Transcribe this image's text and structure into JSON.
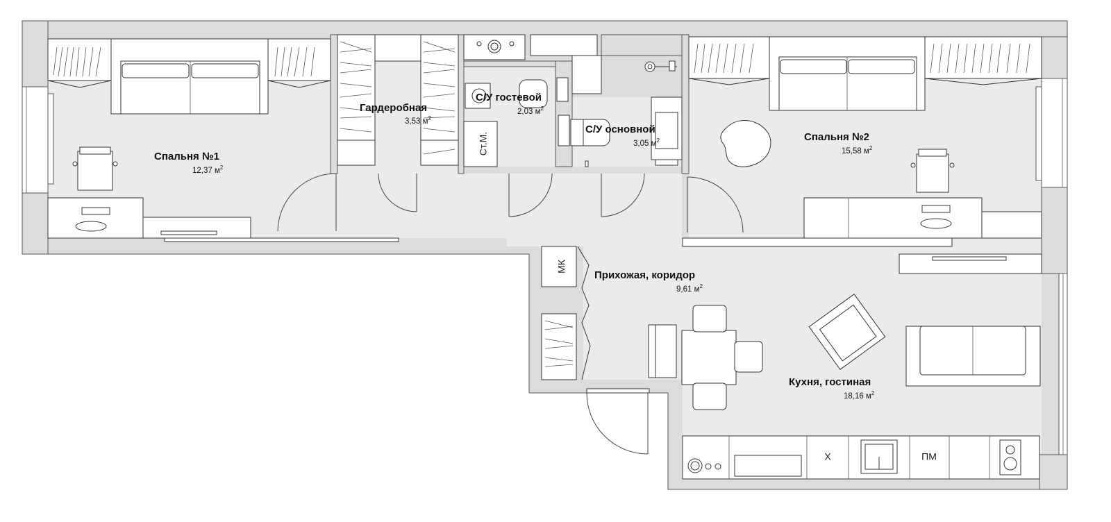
{
  "rooms": {
    "bedroom1": {
      "name": "Спальня №1",
      "area": "12,37 м",
      "sup": "2"
    },
    "wardrobe": {
      "name": "Гардеробная",
      "area": "3,53 м",
      "sup": "2"
    },
    "guest_wc": {
      "name": "С/У гостевой",
      "area": "2,03 м",
      "sup": "2"
    },
    "main_wc": {
      "name": "С/У основной",
      "area": "3,05 м",
      "sup": "2"
    },
    "bedroom2": {
      "name": "Спальня №2",
      "area": "15,58 м",
      "sup": "2"
    },
    "hallway": {
      "name": "Прихожая, коридор",
      "area": "9,61 м",
      "sup": "2"
    },
    "kitchen": {
      "name": "Кухня, гостиная",
      "area": "18,16 м",
      "sup": "2"
    }
  },
  "furniture_labels": {
    "mk": "МК",
    "stm": "Ст.М.",
    "x": "Х",
    "pm": "ПМ"
  },
  "colors": {
    "wall": "#dcdcdc",
    "floor": "#ebebeb",
    "furniture": "#ffffff",
    "line": "#333333"
  }
}
